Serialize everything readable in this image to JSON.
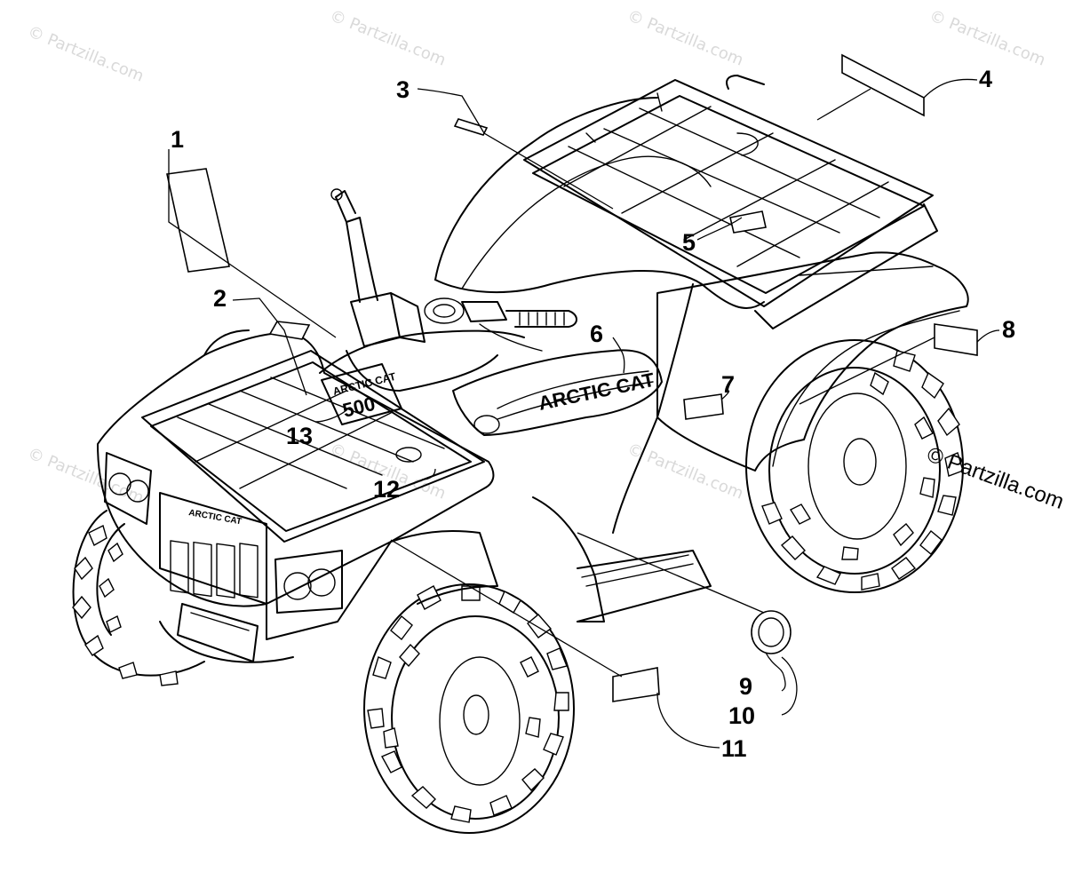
{
  "watermark": {
    "text": "© Partzilla.com"
  },
  "credit": {
    "text": "© Partzilla.com"
  },
  "vehicle_markings": {
    "side_logo": "ARCTIC CAT",
    "dash_logo": "ARCTIC CAT",
    "dash_model": "500",
    "grille_logo": "ARCTIC CAT"
  },
  "callouts": [
    {
      "id": "1",
      "label": "1"
    },
    {
      "id": "2",
      "label": "2"
    },
    {
      "id": "3",
      "label": "3"
    },
    {
      "id": "4",
      "label": "4"
    },
    {
      "id": "5",
      "label": "5"
    },
    {
      "id": "6",
      "label": "6"
    },
    {
      "id": "7",
      "label": "7"
    },
    {
      "id": "8",
      "label": "8"
    },
    {
      "id": "9",
      "label": "9"
    },
    {
      "id": "10",
      "label": "10"
    },
    {
      "id": "11",
      "label": "11"
    },
    {
      "id": "12",
      "label": "12"
    },
    {
      "id": "13",
      "label": "13"
    }
  ]
}
